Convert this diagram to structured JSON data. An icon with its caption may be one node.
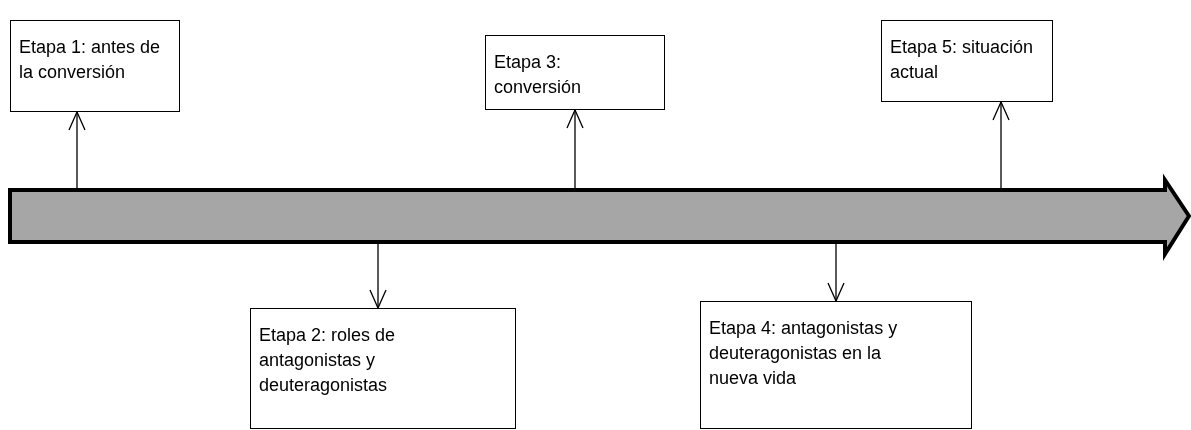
{
  "diagram": {
    "nodes": [
      {
        "text": [
          "Etapa 1: antes de la conversión"
        ]
      },
      {
        "text": [
          "Etapa 3: conversión"
        ]
      },
      {
        "text": [
          "Etapa 5: situación actual"
        ]
      },
      {
        "text": [],
        "shape": "arrow"
      },
      {
        "text": [
          "Etapa 2: roles de antagonistas y deuteragonistas"
        ]
      },
      {
        "text": [
          "Etapa 4: antagonistas y deuteragonistas en la nueva vida"
        ]
      }
    ],
    "edges": [
      {
        "from": 3,
        "to": 0,
        "arrow": "to"
      },
      {
        "from": 3,
        "to": 4,
        "arrow": "to"
      },
      {
        "from": 3,
        "to": 1,
        "arrow": "to"
      },
      {
        "from": 3,
        "to": 5,
        "arrow": "to"
      },
      {
        "from": 3,
        "to": 2,
        "arrow": "to"
      }
    ]
  }
}
